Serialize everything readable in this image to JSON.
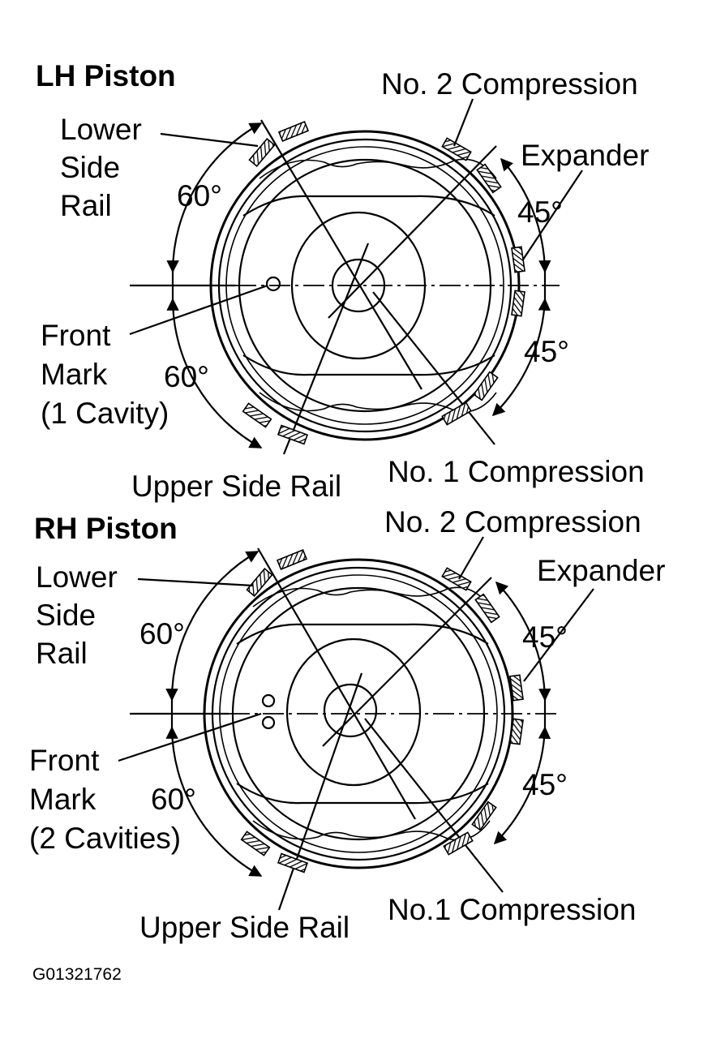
{
  "figure_code": "G01321762",
  "colors": {
    "ink": "#000000",
    "background": "#ffffff"
  },
  "pistons": [
    {
      "title": "LH Piston",
      "front_mark_cavities": 1,
      "labels": {
        "lower_side_rail": [
          "Lower",
          "Side",
          "Rail"
        ],
        "front_mark": [
          "Front",
          "Mark",
          "(1 Cavity)"
        ],
        "angle_upper_left": "60°",
        "angle_lower_left": "60°",
        "angle_upper_right": "45°",
        "angle_lower_right": "45°",
        "no2_compression": "No. 2 Compression",
        "expander": "Expander",
        "no1_compression": "No. 1 Compression",
        "upper_side_rail": "Upper Side Rail"
      }
    },
    {
      "title": "RH Piston",
      "front_mark_cavities": 2,
      "labels": {
        "lower_side_rail": [
          "Lower",
          "Side",
          "Rail"
        ],
        "front_mark": [
          "Front",
          "Mark",
          "(2 Cavities)"
        ],
        "angle_upper_left": "60°",
        "angle_lower_left": "60°",
        "angle_upper_right": "45°",
        "angle_lower_right": "45°",
        "no2_compression": "No. 2 Compression",
        "expander": "Expander",
        "no1_compression": "No.1 Compression",
        "upper_side_rail": "Upper Side Rail"
      }
    }
  ]
}
